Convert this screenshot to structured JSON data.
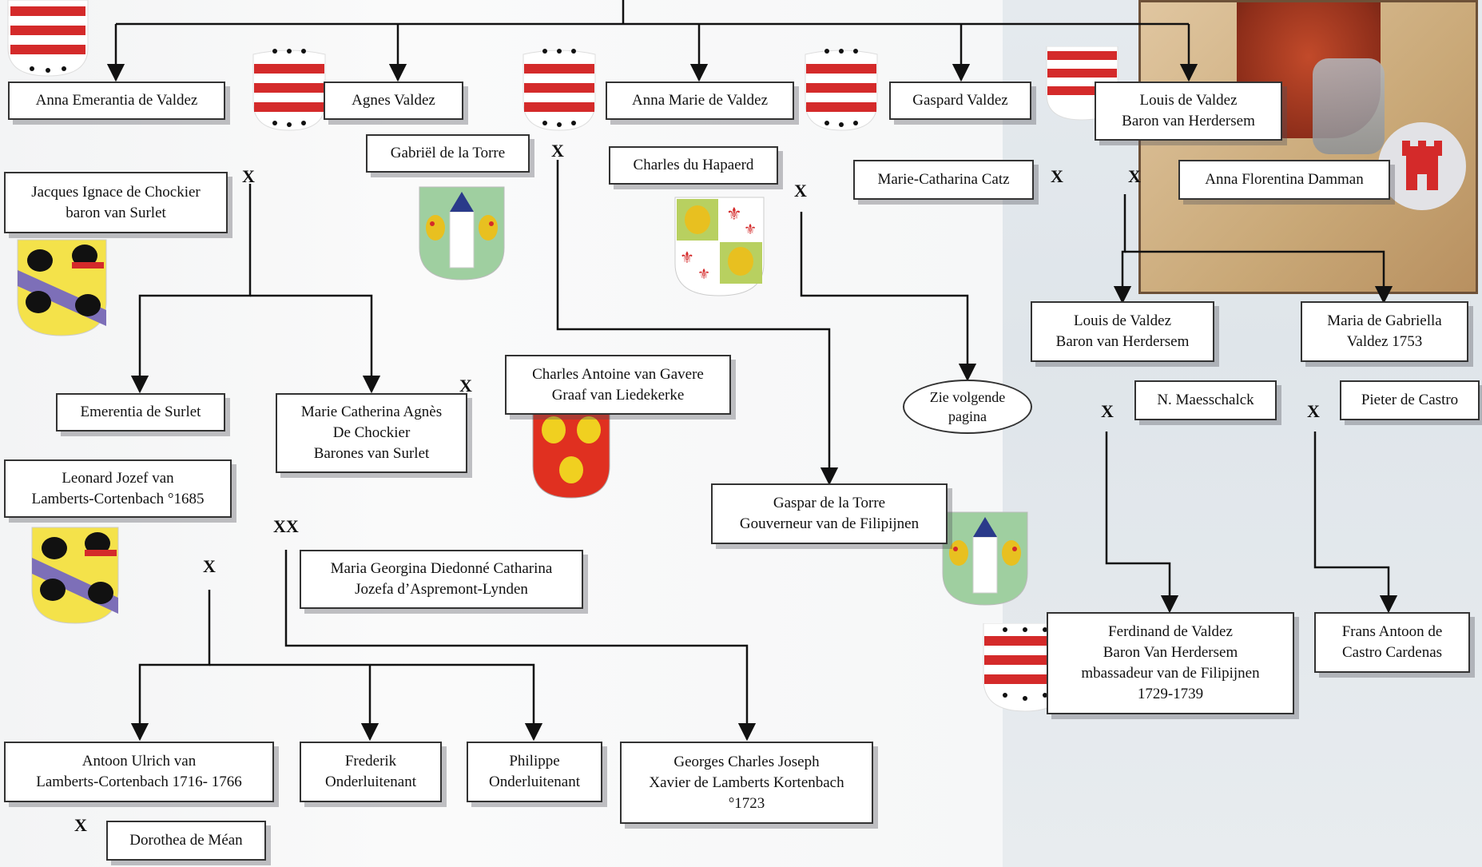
{
  "persons": {
    "anna_emerantia": "Anna Emerantia de Valdez",
    "agnes": "Agnes Valdez",
    "anna_marie": "Anna Marie de Valdez",
    "gaspard": "Gaspard Valdez",
    "louis_baron_1": [
      "Louis de  Valdez",
      "Baron van Herdersem"
    ],
    "gabriel": "Gabriël de la Torre",
    "charles_hapaerd": "Charles du Hapaerd",
    "marie_catharina_catz": "Marie-Catharina Catz",
    "anna_florentina": "Anna Florentina Damman",
    "jacques": [
      "Jacques Ignace de Chockier",
      "baron van Surlet"
    ],
    "emerentia": "Emerentia de Surlet",
    "marie_catherina": [
      "Marie Catherina Agnès",
      "De Chockier",
      "Barones van Surlet"
    ],
    "charles_antoine": [
      "Charles Antoine van Gavere",
      "Graaf van Liedekerke"
    ],
    "louis_baron_2": [
      "Louis de  Valdez",
      "Baron van Herdersem"
    ],
    "maria_gabriella": [
      "Maria de Gabriella",
      "Valdez 1753"
    ],
    "n_maesschalck": "N. Maesschalck",
    "pieter": "Pieter de Castro",
    "leonard": [
      "Leonard Jozef van",
      "Lamberts-Cortenbach °1685"
    ],
    "gaspar_torre": [
      "Gaspar de la Torre",
      "Gouverneur van de Filipijnen"
    ],
    "maria_georgina": [
      "Maria Georgina Diedonné Catharina",
      "Jozefa d’Aspremont-Lynden"
    ],
    "ferdinand": [
      "Ferdinand de Valdez",
      "Baron Van Herdersem",
      "mbassadeur van de Filipijnen",
      "1729-1739"
    ],
    "frans": [
      "Frans Antoon de",
      "Castro Cardenas"
    ],
    "antoon": [
      "Antoon Ulrich van",
      "Lamberts-Cortenbach 1716- 1766"
    ],
    "frederik": [
      "Frederik",
      "Onderluitenant"
    ],
    "philippe": [
      "Philippe",
      "Onderluitenant"
    ],
    "georges": [
      "Georges Charles Joseph",
      "Xavier de Lamberts Kortenbach",
      "°1723"
    ],
    "dorothea": "Dorothea de Méan"
  },
  "zie_volgende": [
    "Zie volgende",
    "pagina"
  ],
  "marriage_mark": "X",
  "second_marriage_mark": "XX",
  "colors": {
    "line": "#111111",
    "box_border": "#333333",
    "shadow": "#50505a",
    "valdez_red": "#d42a2a"
  },
  "coats_of_arms": [
    "valdez-stripes",
    "de-la-torre-tower",
    "du-hapaerd-lions-lilies",
    "de-chockier-eagles",
    "van-gavere-lions",
    "damman-tower"
  ]
}
